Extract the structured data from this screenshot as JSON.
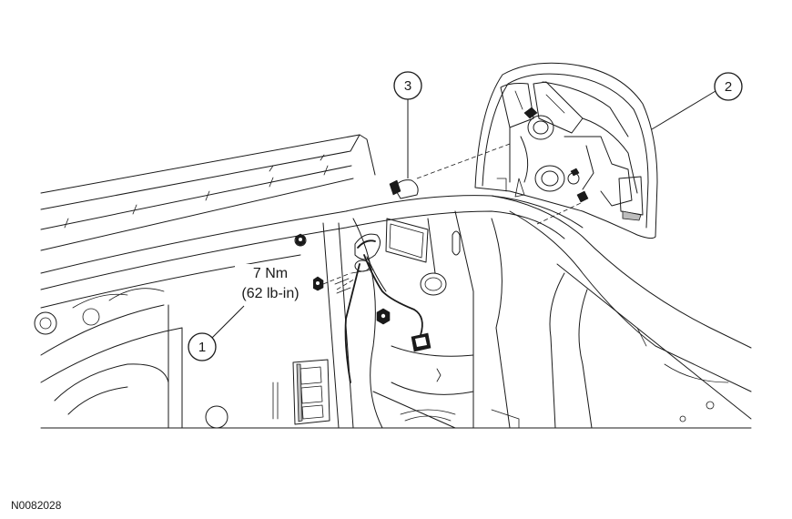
{
  "figure": {
    "callouts": [
      {
        "number": "1",
        "part": "nut"
      },
      {
        "number": "2",
        "part": "tail-lamp-assembly"
      },
      {
        "number": "3",
        "part": "electrical-connector"
      }
    ],
    "torque_spec": {
      "line1": "7 Nm",
      "line2": "(62 lb-in)"
    },
    "reference_id": "N0082028"
  }
}
